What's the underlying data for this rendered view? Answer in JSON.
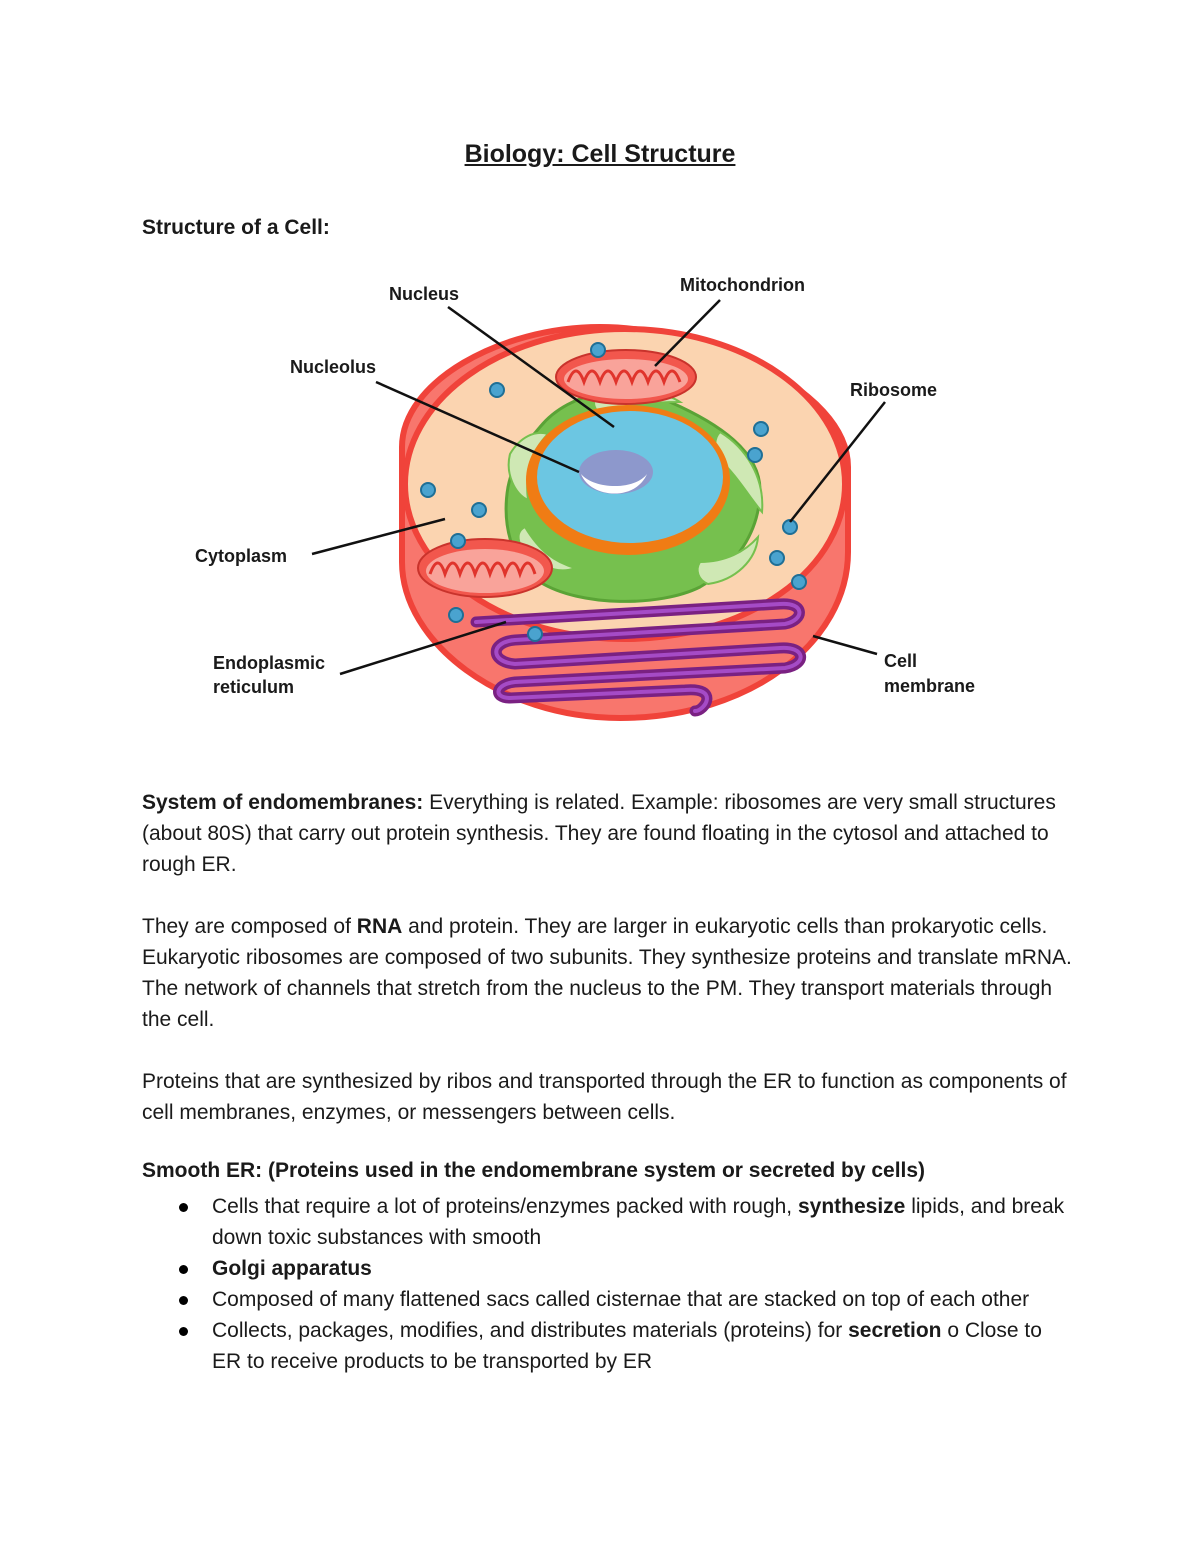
{
  "title": "Biology: Cell Structure",
  "section_heading": "Structure of a Cell:",
  "diagram": {
    "labels": {
      "nucleus": "Nucleus",
      "mitochondrion": "Mitochondrion",
      "nucleolus": "Nucleolus",
      "ribosome": "Ribosome",
      "cytoplasm": "Cytoplasm",
      "er_line1": "Endoplasmic",
      "er_line2": "reticulum",
      "membrane_line1": "Cell",
      "membrane_line2": "membrane"
    },
    "colors": {
      "membrane": "#f0433a",
      "cell_side": "#f8766d",
      "cytoplasm": "#fbd4b0",
      "nucleus": "#6cc6e2",
      "nuclear_envelope": "#f07c14",
      "golgi_er": "#76c04e",
      "golgi_light": "#cfe8b4",
      "nucleolus": "#8d98cc",
      "ribosome": "#4aa3cf",
      "rough_er": "#7a2182",
      "mitochondria": "#f2574d"
    }
  },
  "p1": {
    "lead": "System of endomembranes:",
    "text": " Everything is related. Example: ribosomes are very small structures (about 80S) that carry out protein synthesis. They are found floating in the cytosol and attached to rough ER."
  },
  "p2": {
    "pre": "They are composed of ",
    "bold": "RNA",
    "post": " and protein. They are larger in eukaryotic cells than prokaryotic cells. Eukaryotic ribosomes are composed of two subunits. They synthesize proteins and translate mRNA. The network of channels that stretch from the nucleus to the PM. They transport materials through the cell."
  },
  "p3": "Proteins that are synthesized by ribos and transported through the ER to function as components of cell membranes, enzymes, or messengers between cells.",
  "smooth_heading": "Smooth ER: (Proteins used in the endomembrane system or secreted by cells)",
  "bullets": {
    "b1_pre": "Cells that require a lot of proteins/enzymes packed with rough, ",
    "b1_bold": "synthesize",
    "b1_post": " lipids, and break down toxic substances with smooth",
    "b2_bold": "Golgi apparatus",
    "b3": "Composed of many flattened sacs called cisternae that are stacked on top of each other",
    "b4_pre": "Collects, packages, modifies, and distributes materials (proteins) for ",
    "b4_bold": "secretion",
    "b4_post": " o Close to ER to receive products to be transported by ER"
  }
}
